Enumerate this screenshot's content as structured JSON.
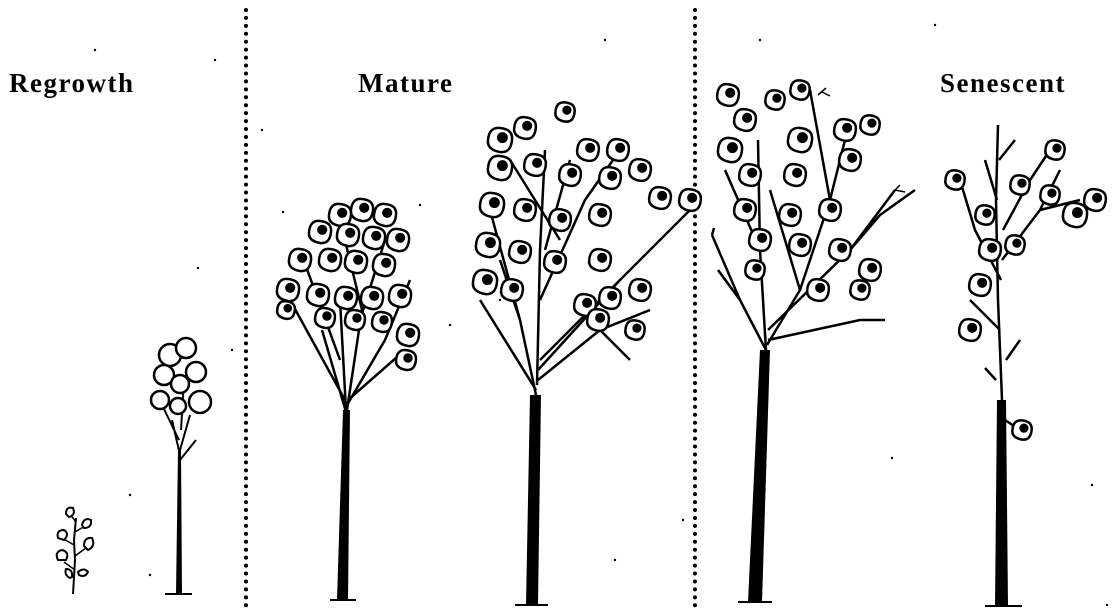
{
  "stages": [
    {
      "id": "regrowth",
      "label": "Regrowth"
    },
    {
      "id": "mature",
      "label": "Mature"
    },
    {
      "id": "senescent",
      "label": "Senescent"
    }
  ],
  "colors": {
    "ink": "#000000",
    "background": "#ffffff"
  },
  "trees": [
    {
      "stage": "regrowth",
      "name": "seedling"
    },
    {
      "stage": "regrowth",
      "name": "sapling"
    },
    {
      "stage": "mature",
      "name": "young-mature-tree"
    },
    {
      "stage": "mature",
      "name": "large-mature-tree"
    },
    {
      "stage": "senescent",
      "name": "declining-tree"
    },
    {
      "stage": "senescent",
      "name": "dying-tree"
    }
  ]
}
